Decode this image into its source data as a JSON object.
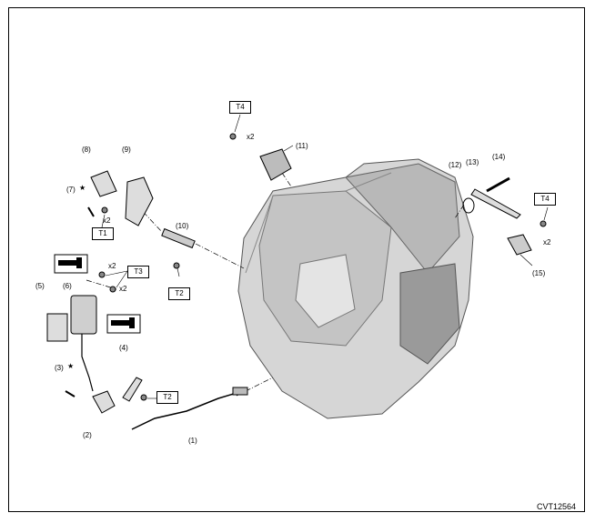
{
  "figure_ref": "CVT12564",
  "colors": {
    "housing": "#d6d6d6",
    "housing_dark": "#8a8a8a",
    "line": "#000000"
  },
  "parts": {
    "p1": "(1)",
    "p2": "(2)",
    "p3": "(3)",
    "p4": "(4)",
    "p5": "(5)",
    "p6": "(6)",
    "p7": "(7)",
    "p8": "(8)",
    "p9": "(9)",
    "p10": "(10)",
    "p11": "(11)",
    "p12": "(12)",
    "p13": "(13)",
    "p14": "(14)",
    "p15": "(15)"
  },
  "star": "★",
  "torque": {
    "t1": "T1",
    "t2a": "T2",
    "t2b": "T2",
    "t3": "T3",
    "t4a": "T4",
    "t4b": "T4"
  },
  "qty": {
    "q7": "x2",
    "q11": "x2",
    "q15": "x2",
    "qt3a": "x2",
    "qt3b": "x2"
  },
  "icons": [
    "sealant-icon",
    "sealant-icon"
  ]
}
